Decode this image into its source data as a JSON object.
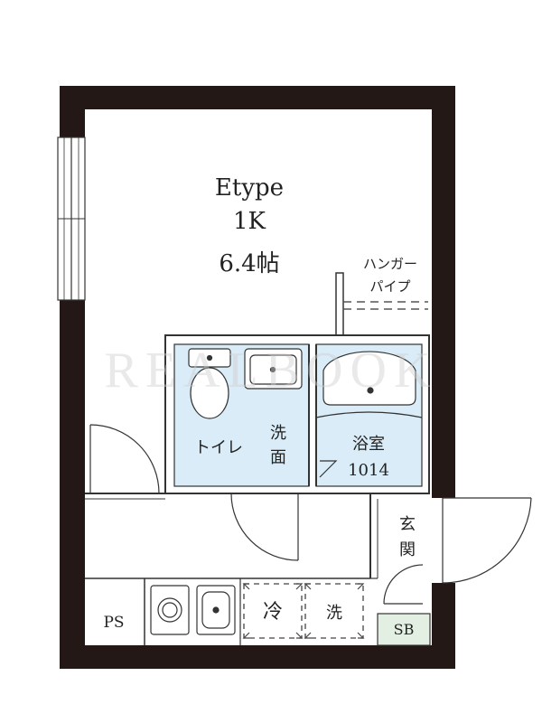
{
  "unit": {
    "type_name": "Etype",
    "layout": "1K",
    "size": "6.4帖"
  },
  "labels": {
    "hanger_pipe_line1": "ハンガー",
    "hanger_pipe_line2": "パイプ",
    "toilet": "トイレ",
    "washroom_char1": "洗",
    "washroom_char2": "面",
    "bathroom": "浴室",
    "bathroom_size": "1014",
    "entrance_char1": "玄",
    "entrance_char2": "関",
    "ps": "PS",
    "fridge": "冷",
    "washer": "洗",
    "shoe_box": "SB"
  },
  "watermark": "REALBOOK",
  "colors": {
    "wall": "#231815",
    "wet_area": "#d9ecf7",
    "shoe_box": "#e3efe3",
    "line": "#333333"
  }
}
